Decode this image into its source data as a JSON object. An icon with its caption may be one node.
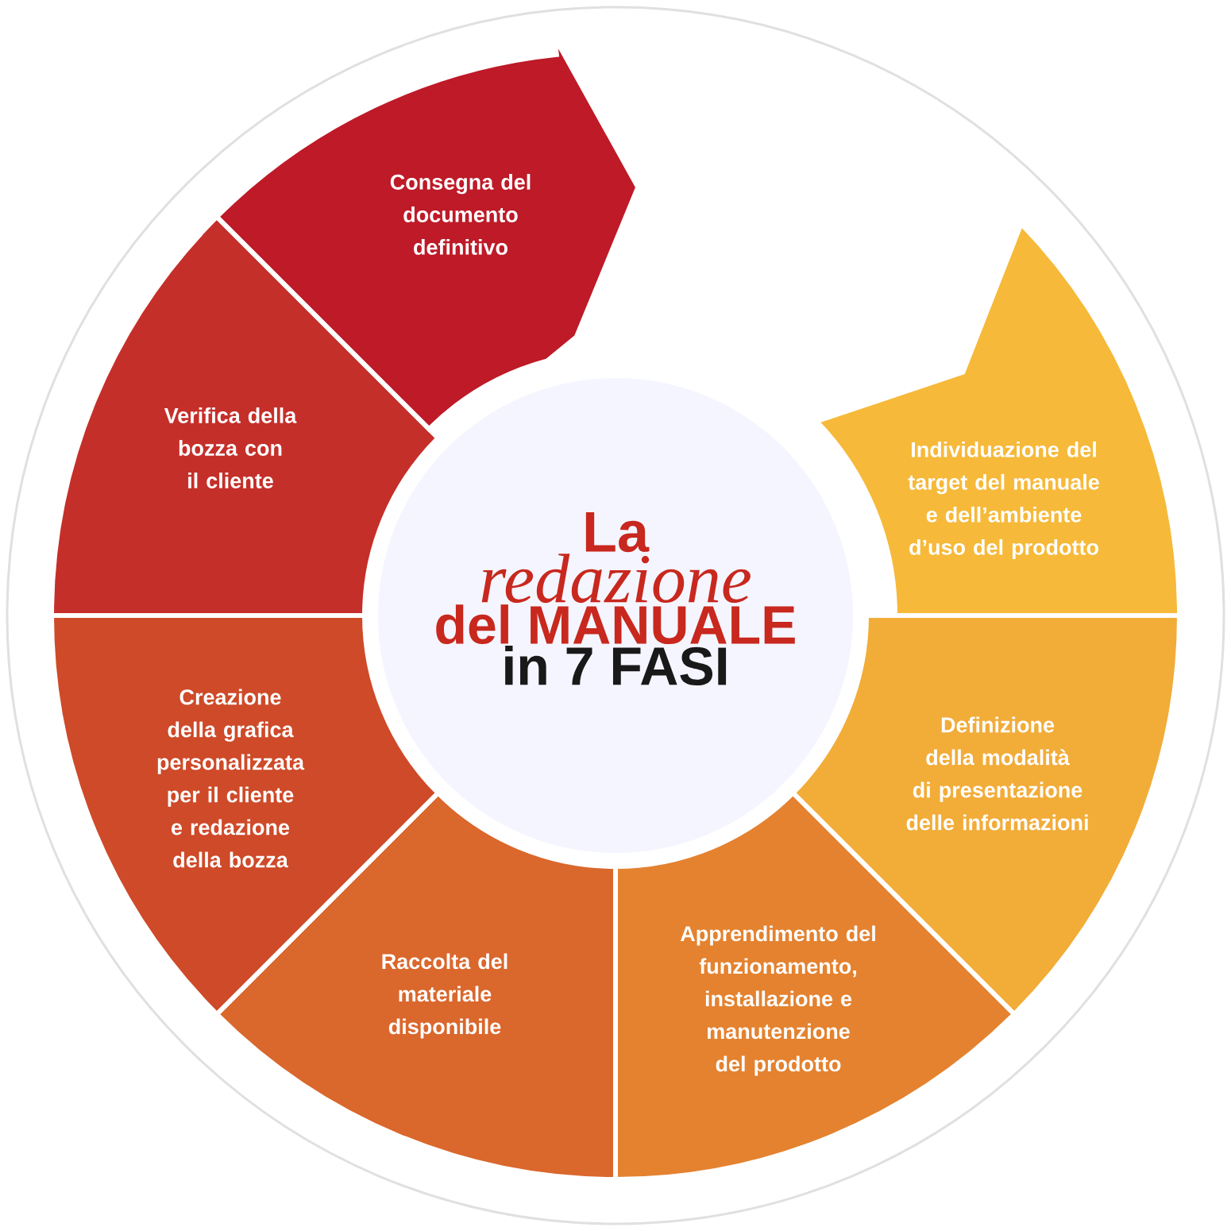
{
  "diagram": {
    "nodes": [
      {
        "text": [
          "Individuazione del target del manuale e dell’ambiente d’uso del prodotto"
        ]
      },
      {
        "text": [
          "Definizione della modalità di presentazione delle informazioni"
        ]
      },
      {
        "text": [
          "Apprendimento del funzionamento, installazione e manutenzione del prodotto"
        ]
      },
      {
        "text": [
          "Raccolta del materiale disponibile"
        ]
      },
      {
        "text": [
          "Creazione della grafica personalizzata per il cliente e redazione della bozza"
        ]
      },
      {
        "text": [
          "Verifica della bozza con il cliente"
        ]
      },
      {
        "text": [
          "Consegna del documento definitivo"
        ]
      },
      {
        "text": [
          "La",
          "redazione",
          "del MANUALE",
          "in 7 FASI"
        ]
      }
    ]
  }
}
